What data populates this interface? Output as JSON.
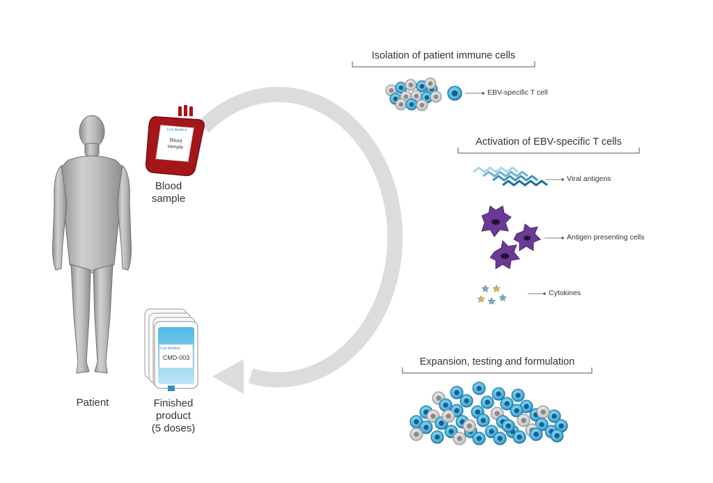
{
  "labels": {
    "patient": "Patient",
    "blood_sample": [
      "Blood",
      "sample"
    ],
    "finished_product": [
      "Finished",
      "product",
      "(5 doses)"
    ]
  },
  "blood_bag": {
    "brand": "Cell Medica",
    "label": [
      "Blood",
      "sample"
    ]
  },
  "product_bag": {
    "brand": "Cell Medica",
    "code": "CMD-003"
  },
  "steps": [
    {
      "heading": "Isolation of patient immune cells",
      "legend": [
        {
          "icon": "t-cell-icon",
          "text": "EBV-specific T cell"
        }
      ]
    },
    {
      "heading": "Activation of EBV-specific T cells",
      "legend": [
        {
          "icon": "viral-antigen-icon",
          "text": "Viral antigens"
        },
        {
          "icon": "antigen-presenting-cell-icon",
          "text": "Antigen presenting cells"
        },
        {
          "icon": "cytokine-icon",
          "text": "Cytokines"
        }
      ]
    },
    {
      "heading": "Expansion, testing and formulation",
      "legend": []
    }
  ],
  "colors": {
    "cycle_arrow": "#dcdcdc",
    "t_cell": "#1e90c8",
    "t_cell_light": "#7fd0f0",
    "other_cell": "#c8c8c8",
    "apc": "#6a3a96",
    "viral_antigen": "#1d6f96",
    "blood": "#a4161a",
    "body": "#b5b5b5"
  }
}
